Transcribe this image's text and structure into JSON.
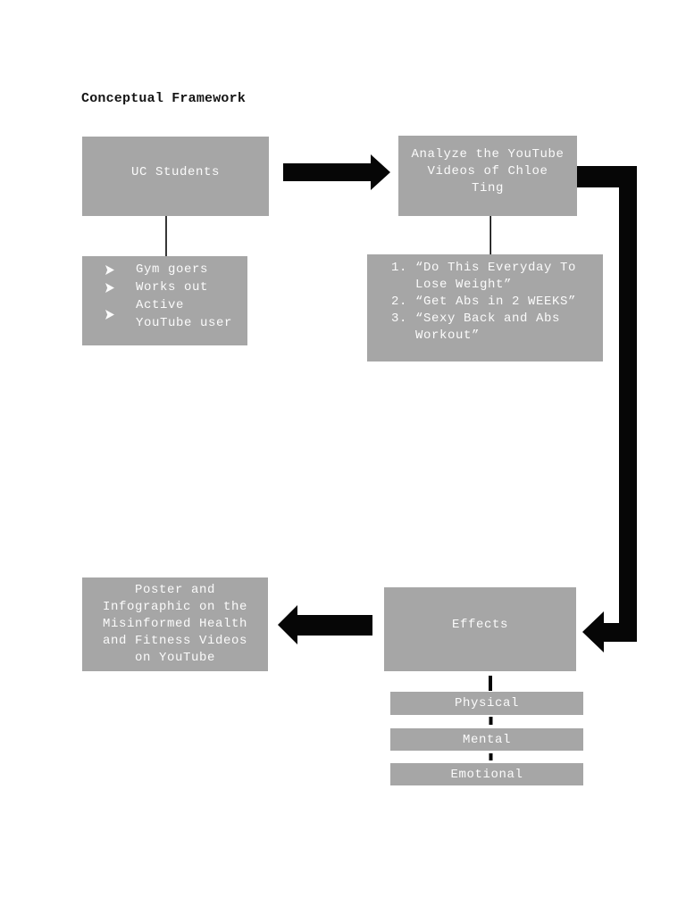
{
  "title": "Conceptual Framework",
  "nodes": {
    "uc_students": {
      "label": "UC Students"
    },
    "uc_traits": {
      "bullet_icon": "arrowhead-right",
      "items": [
        "Gym goers",
        "Works out",
        "Active YouTube user"
      ]
    },
    "analyze": {
      "lines": [
        "Analyze the YouTube",
        "Videos of Chloe",
        "Ting"
      ]
    },
    "videos": {
      "items": [
        {
          "num": "1.",
          "text": "“Do This Everyday To Lose Weight”"
        },
        {
          "num": "2.",
          "text": "“Get Abs in 2 WEEKS”"
        },
        {
          "num": "3.",
          "text": "“Sexy Back and Abs Workout”"
        }
      ]
    },
    "poster": {
      "lines": [
        "Poster and",
        "Infographic on the",
        "Misinformed Health",
        "and Fitness Videos",
        "on YouTube"
      ]
    },
    "effects": {
      "label": "Effects"
    },
    "effect_types": [
      {
        "label": "Physical"
      },
      {
        "label": "Mental"
      },
      {
        "label": "Emotional"
      }
    ]
  },
  "colors": {
    "box-fill": "#a6a6a6",
    "box-text": "#fbfbfb",
    "ink": "#141414",
    "connector": "#060606"
  }
}
